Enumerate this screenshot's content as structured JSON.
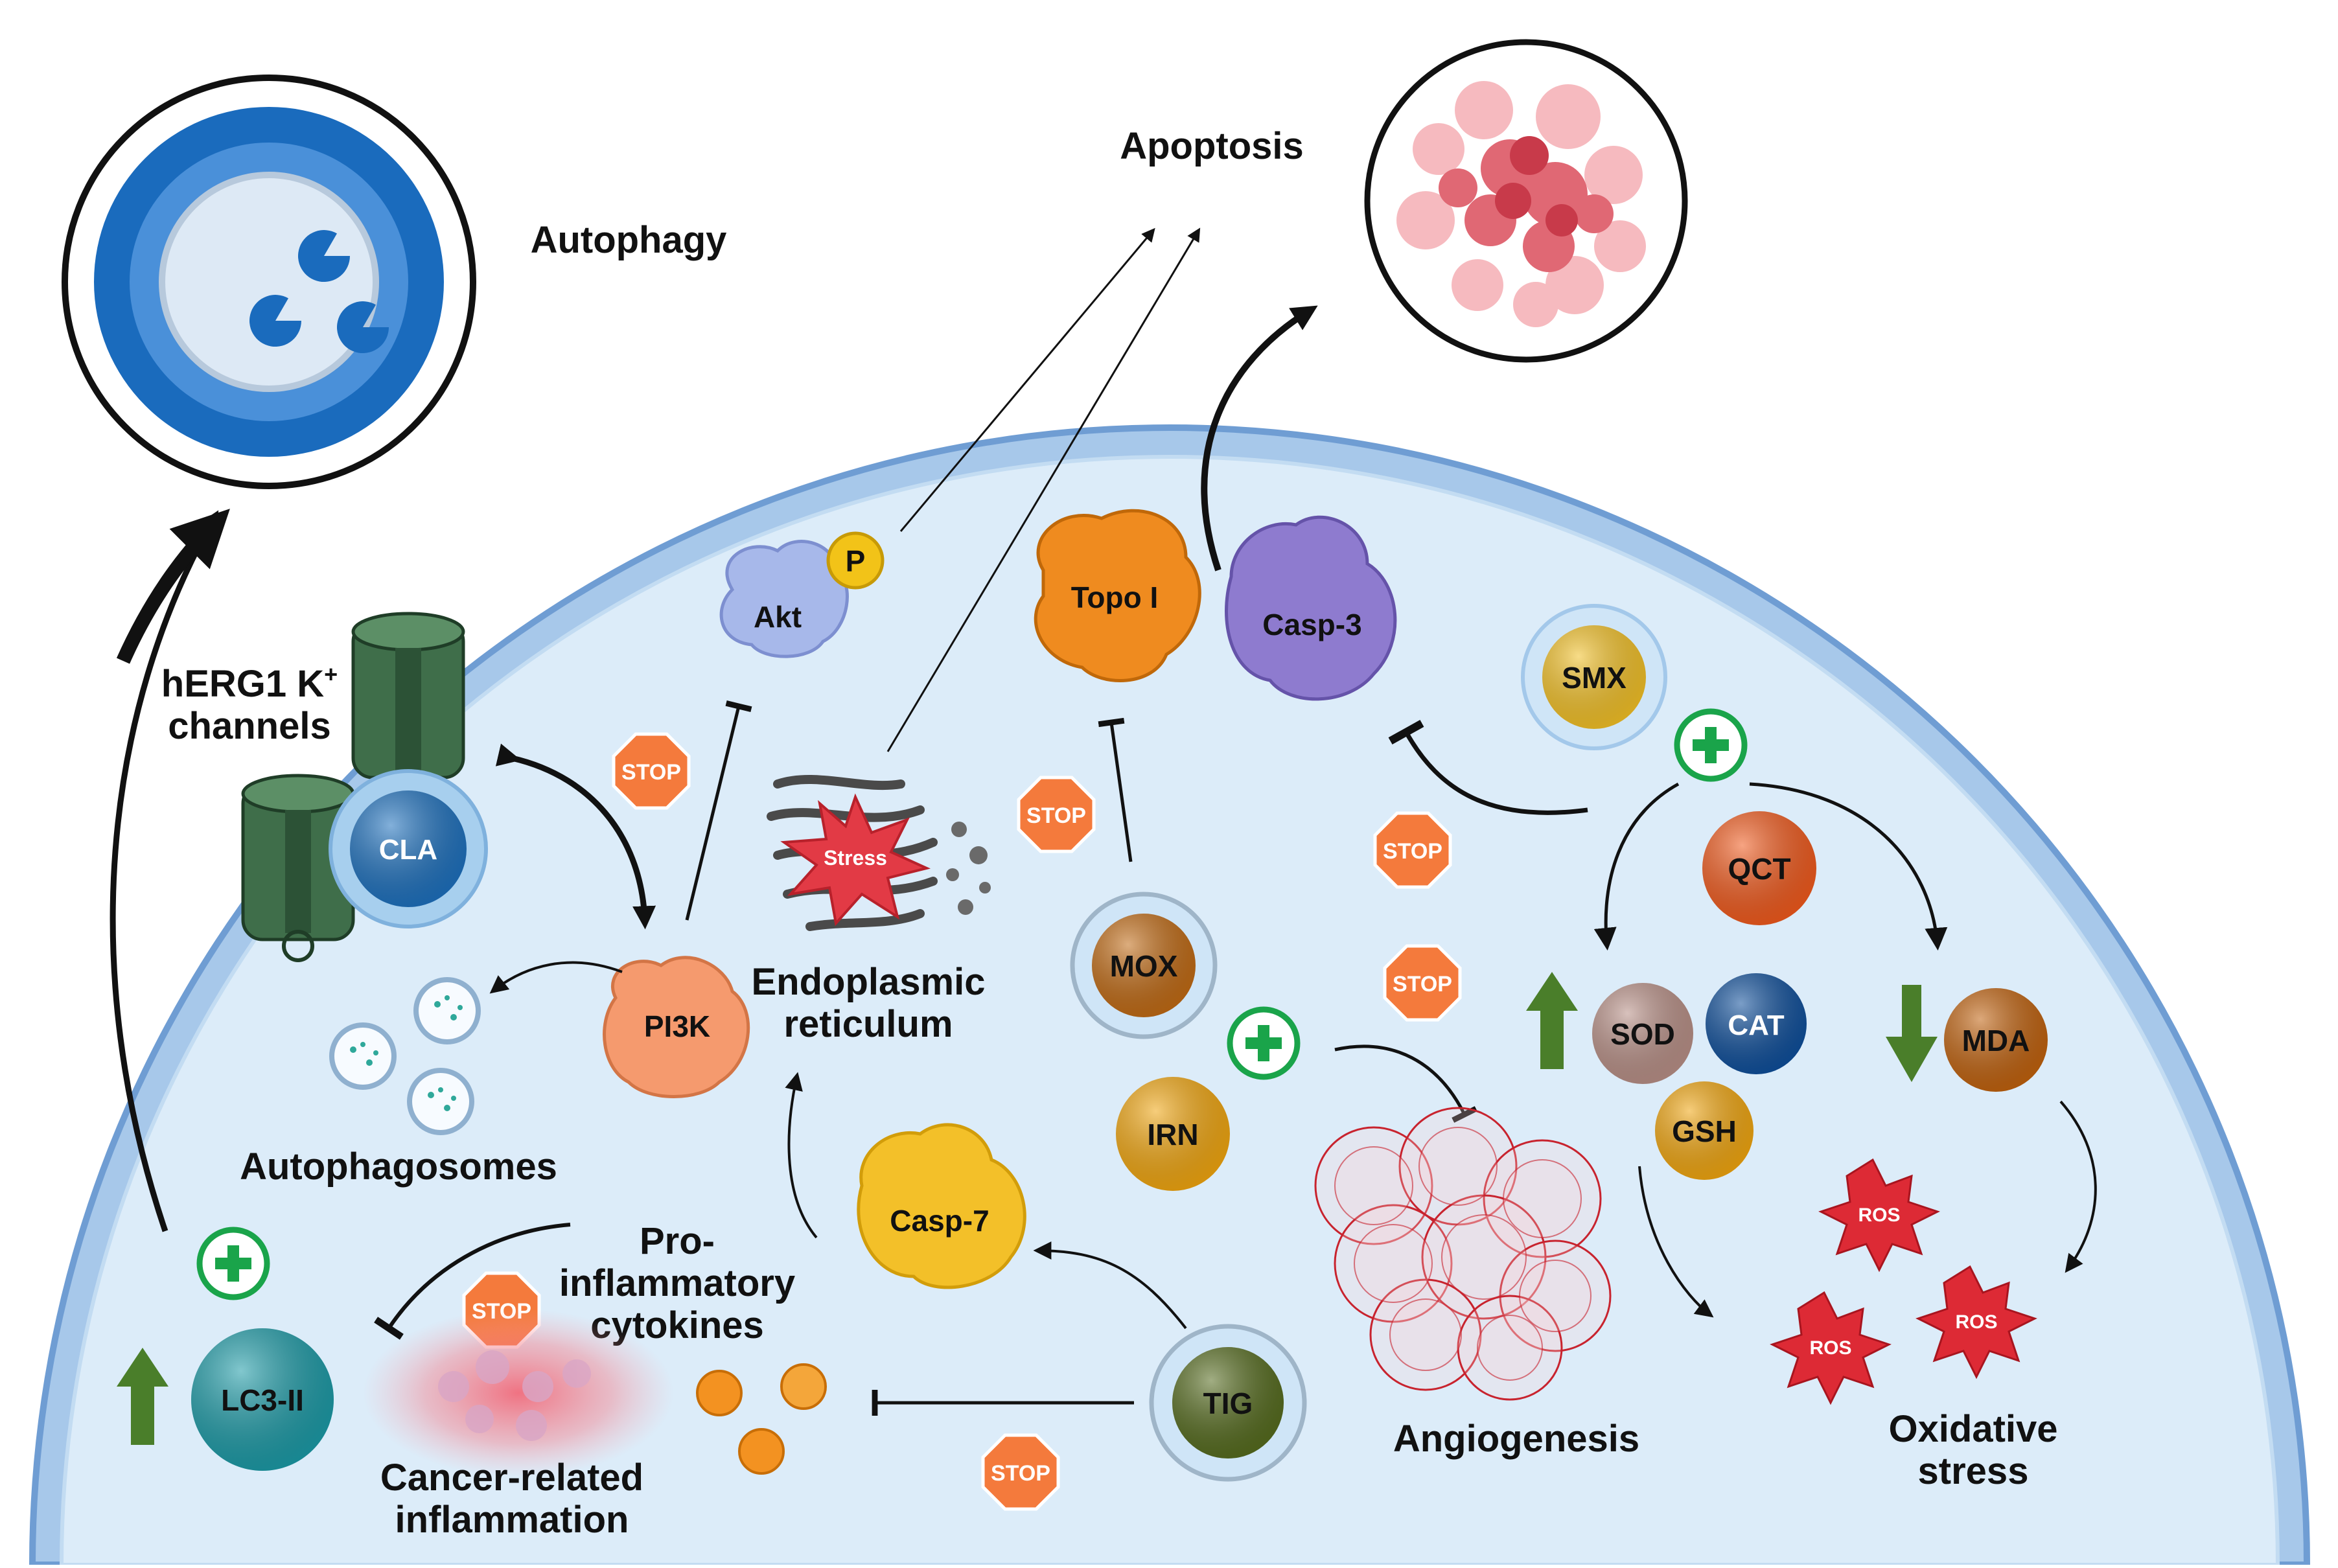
{
  "labels": {
    "autophagy": "Autophagy",
    "apoptosis": "Apoptosis",
    "herg_line1": "hERG1 K",
    "herg_sup": "+",
    "herg_line2": "channels",
    "er_line1": "Endoplasmic",
    "er_line2": "reticulum",
    "autophagosomes": "Autophagosomes",
    "cytokines_line1": "Pro-",
    "cytokines_line2": "inflammatory",
    "cytokines_line3": "cytokines",
    "inflammation_line1": "Cancer-related",
    "inflammation_line2": "inflammation",
    "angiogenesis": "Angiogenesis",
    "oxidative_line1": "Oxidative",
    "oxidative_line2": "stress",
    "stress": "Stress"
  },
  "proteins": {
    "akt": "Akt",
    "p": "P",
    "topo": "Topo I",
    "casp3": "Casp-3",
    "pi3k": "PI3K",
    "casp7": "Casp-7"
  },
  "compounds": {
    "cla": "CLA",
    "smx": "SMX",
    "qct": "QCT",
    "mox": "MOX",
    "irn": "IRN",
    "tig": "TIG",
    "lc3": "LC3-II",
    "sod": "SOD",
    "cat": "CAT",
    "gsh": "GSH",
    "mda": "MDA"
  },
  "stop_text": "STOP",
  "ros_text": "ROS",
  "colors": {
    "cell_fill": "#dcecf9",
    "membrane": "#7fa9d8",
    "stop": "#f47a3c",
    "plus": "#1aa44a",
    "arrow_up": "#4a7e2a",
    "ros": "#dd2a35"
  }
}
